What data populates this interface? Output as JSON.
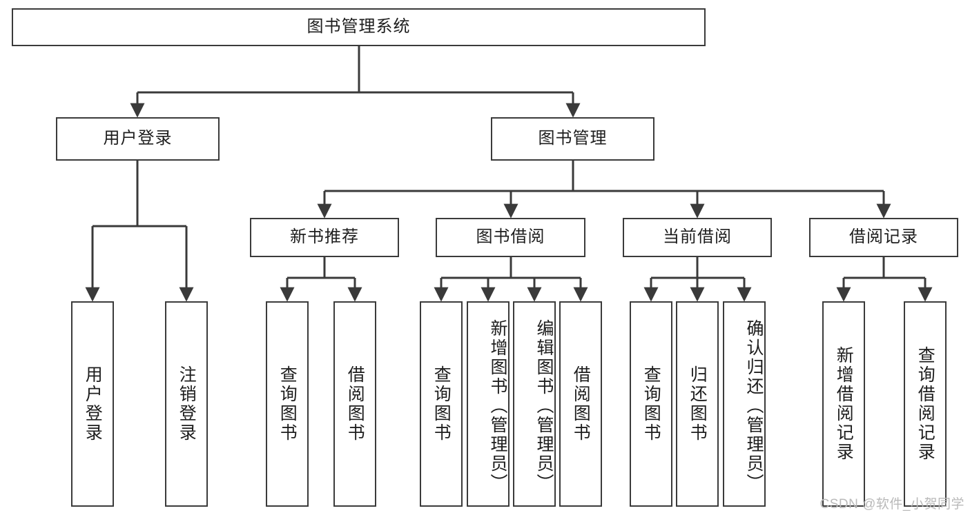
{
  "diagram": {
    "title": "图书管理系统",
    "type": "tree",
    "orientation": "top-down",
    "colors": {
      "box_border": "#3a3a3a",
      "box_fill": "#ffffff",
      "edge": "#3a3a3a",
      "text": "#1d1d1d",
      "watermark": "#b9b9b9",
      "background": "#ffffff"
    },
    "watermark": "CSDN @软件_小贺同学"
  },
  "nodes": {
    "root": {
      "label": "图书管理系统"
    },
    "level2": [
      {
        "id": "user-login",
        "label": "用户登录"
      },
      {
        "id": "book-manage",
        "label": "图书管理"
      }
    ],
    "level3": [
      {
        "id": "new-book-recommend",
        "label": "新书推荐"
      },
      {
        "id": "book-borrow",
        "label": "图书借阅"
      },
      {
        "id": "current-borrow",
        "label": "当前借阅"
      },
      {
        "id": "borrow-record",
        "label": "借阅记录"
      }
    ],
    "leaves": {
      "user_login": [
        {
          "id": "leaf-user-login",
          "label": "用户登录"
        },
        {
          "id": "leaf-logout-login",
          "label": "注销登录"
        }
      ],
      "new_book_recommend": [
        {
          "id": "leaf-query-book-1",
          "label": "查询图书"
        },
        {
          "id": "leaf-borrow-book-1",
          "label": "借阅图书"
        }
      ],
      "book_borrow": [
        {
          "id": "leaf-query-book-2",
          "label": "查询图书"
        },
        {
          "id": "leaf-add-book",
          "label": "新增图书（管理员）"
        },
        {
          "id": "leaf-edit-book",
          "label": "编辑图书（管理员）"
        },
        {
          "id": "leaf-borrow-book-2",
          "label": "借阅图书"
        }
      ],
      "current_borrow": [
        {
          "id": "leaf-query-book-3",
          "label": "查询图书"
        },
        {
          "id": "leaf-return-book",
          "label": "归还图书"
        },
        {
          "id": "leaf-confirm-return",
          "label": "确认归还（管理员）"
        }
      ],
      "borrow_record": [
        {
          "id": "leaf-add-record",
          "label": "新增借阅记录"
        },
        {
          "id": "leaf-query-record",
          "label": "查询借阅记录"
        }
      ]
    }
  }
}
